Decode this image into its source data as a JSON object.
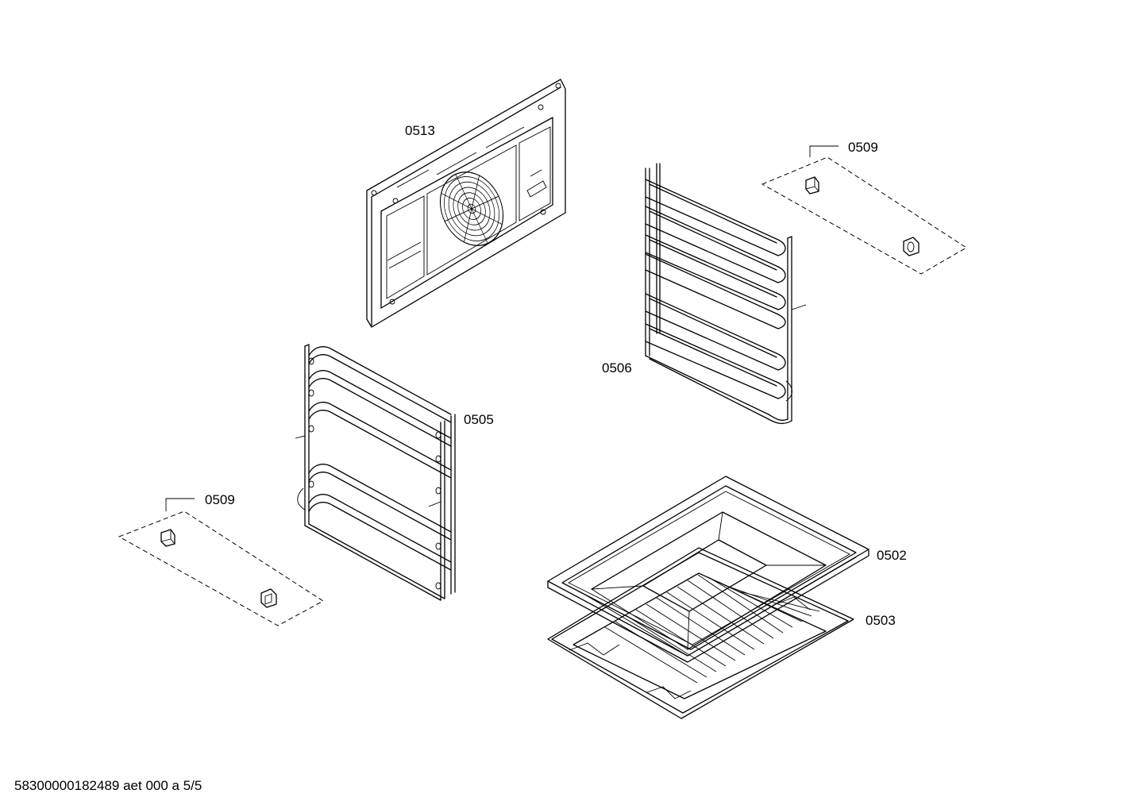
{
  "callouts": {
    "fan_cover": "0513",
    "clip_set_top": "0509",
    "right_rail": "0506",
    "left_rail": "0505",
    "clip_set_bottom": "0509",
    "baking_tray": "0502",
    "wire_rack": "0503"
  },
  "footer": {
    "doc_reference": "58300000182489 aet 000 a 5/5"
  }
}
